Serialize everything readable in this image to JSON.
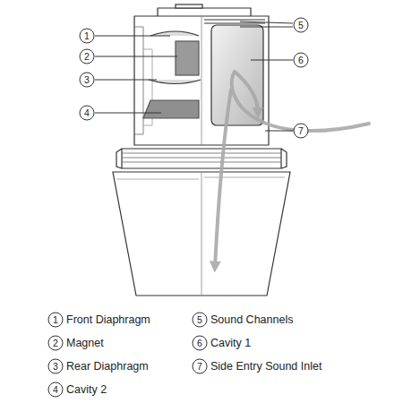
{
  "diagram": {
    "labels": [
      "1",
      "2",
      "3",
      "4",
      "5",
      "6",
      "7",
      "1",
      "2",
      "3",
      "4",
      "5",
      "6",
      "7"
    ],
    "legend": [
      {
        "text": "Front Diaphragm"
      },
      {
        "text": "Magnet"
      },
      {
        "text": "Rear Diaphragm"
      },
      {
        "text": "Cavity 2"
      },
      {
        "text": "Sound Channels"
      },
      {
        "text": "Cavity 1"
      },
      {
        "text": "Side Entry Sound Inlet"
      }
    ]
  }
}
